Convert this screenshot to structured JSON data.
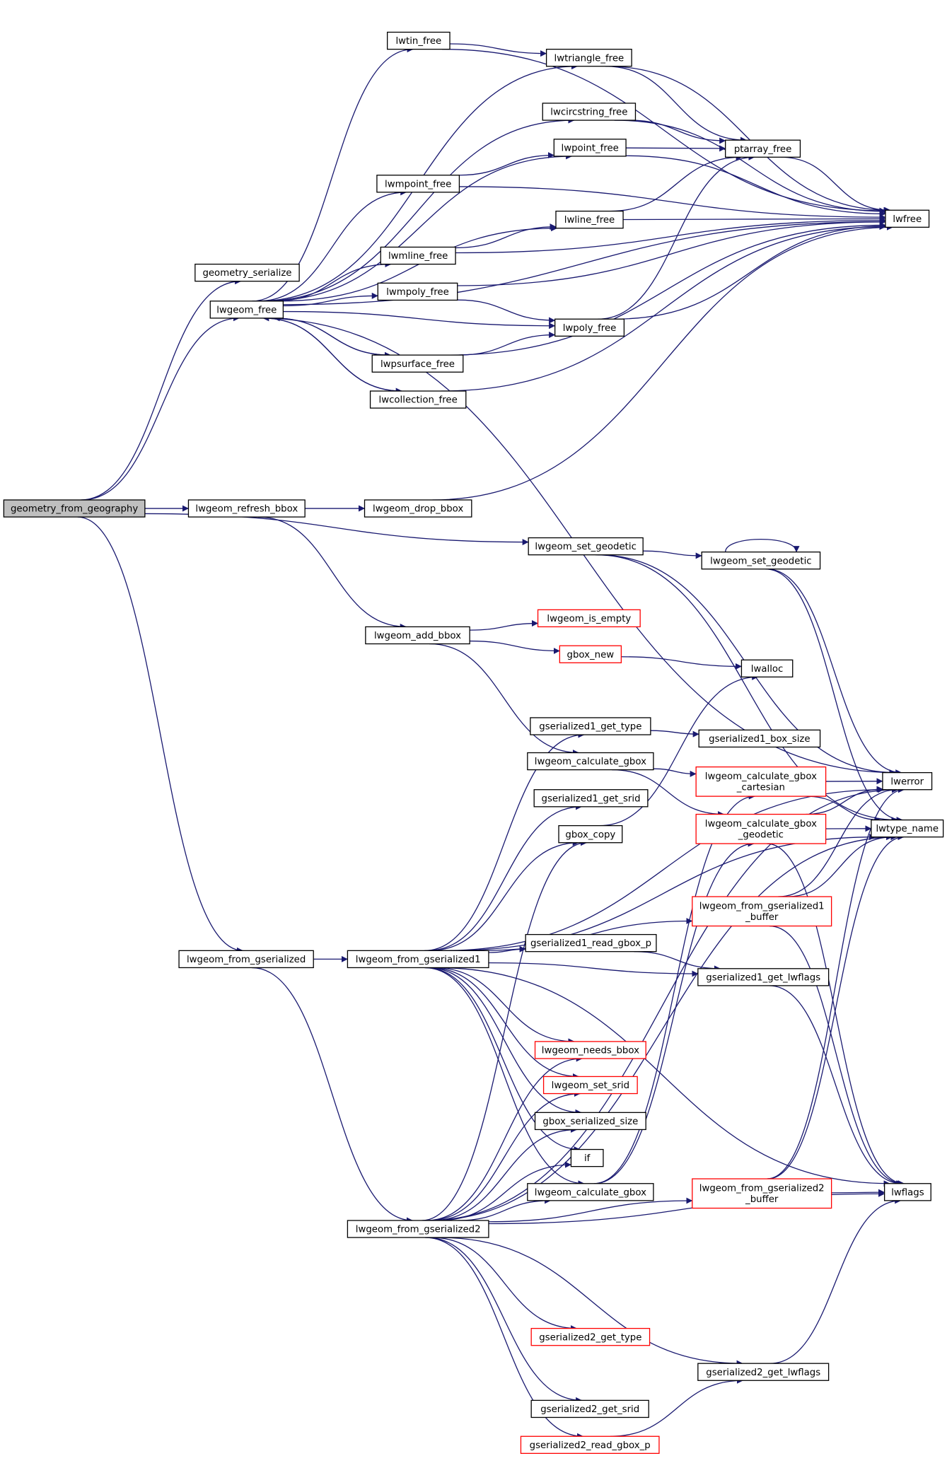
{
  "colors": {
    "edge": "#191970",
    "node_border": "#000000",
    "node_border_external": "#ff0000",
    "node_fill": "#ffffff",
    "root_fill": "#bfbfbf"
  },
  "nodes": {
    "root": {
      "lines": [
        "geometry_from_geography"
      ],
      "kind": "root"
    },
    "geometry_serialize": {
      "lines": [
        "geometry_serialize"
      ],
      "kind": "normal"
    },
    "lwgeom_free": {
      "lines": [
        "lwgeom_free"
      ],
      "kind": "normal"
    },
    "lwtin_free": {
      "lines": [
        "lwtin_free"
      ],
      "kind": "normal"
    },
    "lwtriangle_free": {
      "lines": [
        "lwtriangle_free"
      ],
      "kind": "normal"
    },
    "lwcircstring_free": {
      "lines": [
        "lwcircstring_free"
      ],
      "kind": "normal"
    },
    "lwpoint_free": {
      "lines": [
        "lwpoint_free"
      ],
      "kind": "normal"
    },
    "ptarray_free": {
      "lines": [
        "ptarray_free"
      ],
      "kind": "normal"
    },
    "lwmpoint_free": {
      "lines": [
        "lwmpoint_free"
      ],
      "kind": "normal"
    },
    "lwline_free": {
      "lines": [
        "lwline_free"
      ],
      "kind": "normal"
    },
    "lwfree": {
      "lines": [
        "lwfree"
      ],
      "kind": "normal"
    },
    "lwmline_free": {
      "lines": [
        "lwmline_free"
      ],
      "kind": "normal"
    },
    "lwmpoly_free": {
      "lines": [
        "lwmpoly_free"
      ],
      "kind": "normal"
    },
    "lwpoly_free": {
      "lines": [
        "lwpoly_free"
      ],
      "kind": "normal"
    },
    "lwpsurface_free": {
      "lines": [
        "lwpsurface_free"
      ],
      "kind": "normal"
    },
    "lwcollection_free": {
      "lines": [
        "lwcollection_free"
      ],
      "kind": "normal"
    },
    "lwgeom_refresh_bbox": {
      "lines": [
        "lwgeom_refresh_bbox"
      ],
      "kind": "normal"
    },
    "lwgeom_drop_bbox": {
      "lines": [
        "lwgeom_drop_bbox"
      ],
      "kind": "normal"
    },
    "lwgeom_set_geodetic_a": {
      "lines": [
        "lwgeom_set_geodetic"
      ],
      "kind": "normal"
    },
    "lwgeom_set_geodetic_b": {
      "lines": [
        "lwgeom_set_geodetic"
      ],
      "kind": "normal"
    },
    "lwgeom_add_bbox": {
      "lines": [
        "lwgeom_add_bbox"
      ],
      "kind": "normal"
    },
    "lwgeom_is_empty": {
      "lines": [
        "lwgeom_is_empty"
      ],
      "kind": "external"
    },
    "gbox_new": {
      "lines": [
        "gbox_new"
      ],
      "kind": "external"
    },
    "lwalloc": {
      "lines": [
        "lwalloc"
      ],
      "kind": "normal"
    },
    "gserialized1_get_type": {
      "lines": [
        "gserialized1_get_type"
      ],
      "kind": "normal"
    },
    "gserialized1_box_size": {
      "lines": [
        "gserialized1_box_size"
      ],
      "kind": "normal"
    },
    "lwgeom_calculate_gbox_a": {
      "lines": [
        "lwgeom_calculate_gbox"
      ],
      "kind": "normal"
    },
    "lwgeom_calculate_gbox_cartesian": {
      "lines": [
        "lwgeom_calculate_gbox",
        "_cartesian"
      ],
      "kind": "external"
    },
    "lwerror": {
      "lines": [
        "lwerror"
      ],
      "kind": "normal"
    },
    "gserialized1_get_srid": {
      "lines": [
        "gserialized1_get_srid"
      ],
      "kind": "normal"
    },
    "lwgeom_calculate_gbox_geodetic": {
      "lines": [
        "lwgeom_calculate_gbox",
        "_geodetic"
      ],
      "kind": "external"
    },
    "gbox_copy": {
      "lines": [
        "gbox_copy"
      ],
      "kind": "normal"
    },
    "lwtype_name": {
      "lines": [
        "lwtype_name"
      ],
      "kind": "normal"
    },
    "lwgeom_from_gserialized1_buffer": {
      "lines": [
        "lwgeom_from_gserialized1",
        "_buffer"
      ],
      "kind": "external"
    },
    "lwgeom_from_gserialized": {
      "lines": [
        "lwgeom_from_gserialized"
      ],
      "kind": "normal"
    },
    "lwgeom_from_gserialized1": {
      "lines": [
        "lwgeom_from_gserialized1"
      ],
      "kind": "normal"
    },
    "gserialized1_read_gbox_p": {
      "lines": [
        "gserialized1_read_gbox_p"
      ],
      "kind": "normal"
    },
    "gserialized1_get_lwflags": {
      "lines": [
        "gserialized1_get_lwflags"
      ],
      "kind": "normal"
    },
    "lwgeom_needs_bbox": {
      "lines": [
        "lwgeom_needs_bbox"
      ],
      "kind": "external"
    },
    "lwgeom_set_srid": {
      "lines": [
        "lwgeom_set_srid"
      ],
      "kind": "external"
    },
    "gbox_serialized_size": {
      "lines": [
        "gbox_serialized_size"
      ],
      "kind": "normal"
    },
    "if": {
      "lines": [
        "if"
      ],
      "kind": "normal"
    },
    "lwgeom_calculate_gbox_b": {
      "lines": [
        "lwgeom_calculate_gbox"
      ],
      "kind": "normal"
    },
    "lwgeom_from_gserialized2_buffer": {
      "lines": [
        "lwgeom_from_gserialized2",
        "_buffer"
      ],
      "kind": "external"
    },
    "lwflags": {
      "lines": [
        "lwflags"
      ],
      "kind": "normal"
    },
    "lwgeom_from_gserialized2": {
      "lines": [
        "lwgeom_from_gserialized2"
      ],
      "kind": "normal"
    },
    "gserialized2_get_type": {
      "lines": [
        "gserialized2_get_type"
      ],
      "kind": "external"
    },
    "gserialized2_get_lwflags": {
      "lines": [
        "gserialized2_get_lwflags"
      ],
      "kind": "normal"
    },
    "gserialized2_get_srid": {
      "lines": [
        "gserialized2_get_srid"
      ],
      "kind": "normal"
    },
    "gserialized2_read_gbox_p": {
      "lines": [
        "gserialized2_read_gbox_p"
      ],
      "kind": "external"
    }
  },
  "edges": [
    [
      "root",
      "geometry_serialize"
    ],
    [
      "root",
      "lwgeom_free"
    ],
    [
      "root",
      "lwgeom_refresh_bbox"
    ],
    [
      "root",
      "lwgeom_set_geodetic_a"
    ],
    [
      "root",
      "lwgeom_from_gserialized"
    ],
    [
      "lwgeom_free",
      "lwtin_free"
    ],
    [
      "lwgeom_free",
      "lwtriangle_free"
    ],
    [
      "lwgeom_free",
      "lwcircstring_free"
    ],
    [
      "lwgeom_free",
      "lwpoint_free"
    ],
    [
      "lwgeom_free",
      "lwmpoint_free"
    ],
    [
      "lwgeom_free",
      "lwline_free"
    ],
    [
      "lwgeom_free",
      "lwmline_free"
    ],
    [
      "lwgeom_free",
      "lwmpoly_free"
    ],
    [
      "lwgeom_free",
      "lwpoly_free"
    ],
    [
      "lwgeom_free",
      "lwpsurface_free"
    ],
    [
      "lwgeom_free",
      "lwcollection_free"
    ],
    [
      "lwgeom_free",
      "lwfree"
    ],
    [
      "lwgeom_free",
      "lwerror"
    ],
    [
      "lwtin_free",
      "lwtriangle_free"
    ],
    [
      "lwtin_free",
      "lwfree"
    ],
    [
      "lwtriangle_free",
      "ptarray_free"
    ],
    [
      "lwtriangle_free",
      "lwfree"
    ],
    [
      "lwcircstring_free",
      "ptarray_free"
    ],
    [
      "lwcircstring_free",
      "lwfree"
    ],
    [
      "lwpoint_free",
      "ptarray_free"
    ],
    [
      "lwpoint_free",
      "lwfree"
    ],
    [
      "ptarray_free",
      "lwfree"
    ],
    [
      "lwmpoint_free",
      "lwpoint_free"
    ],
    [
      "lwmpoint_free",
      "lwfree"
    ],
    [
      "lwline_free",
      "ptarray_free"
    ],
    [
      "lwline_free",
      "lwfree"
    ],
    [
      "lwmline_free",
      "lwline_free"
    ],
    [
      "lwmline_free",
      "lwfree"
    ],
    [
      "lwmpoly_free",
      "lwpoly_free"
    ],
    [
      "lwmpoly_free",
      "lwfree"
    ],
    [
      "lwpoly_free",
      "ptarray_free"
    ],
    [
      "lwpoly_free",
      "lwfree"
    ],
    [
      "lwpsurface_free",
      "lwpoly_free"
    ],
    [
      "lwpsurface_free",
      "lwfree"
    ],
    [
      "lwpsurface_free",
      "lwgeom_free"
    ],
    [
      "lwcollection_free",
      "lwfree"
    ],
    [
      "lwcollection_free",
      "lwgeom_free"
    ],
    [
      "lwgeom_refresh_bbox",
      "lwgeom_drop_bbox"
    ],
    [
      "lwgeom_refresh_bbox",
      "lwgeom_add_bbox"
    ],
    [
      "lwgeom_drop_bbox",
      "lwfree"
    ],
    [
      "lwgeom_set_geodetic_a",
      "lwgeom_set_geodetic_b"
    ],
    [
      "lwgeom_set_geodetic_a",
      "lwerror"
    ],
    [
      "lwgeom_set_geodetic_a",
      "lwtype_name"
    ],
    [
      "lwgeom_set_geodetic_b",
      "lwgeom_set_geodetic_b"
    ],
    [
      "lwgeom_set_geodetic_b",
      "lwerror"
    ],
    [
      "lwgeom_set_geodetic_b",
      "lwtype_name"
    ],
    [
      "lwgeom_add_bbox",
      "lwgeom_is_empty"
    ],
    [
      "lwgeom_add_bbox",
      "gbox_new"
    ],
    [
      "lwgeom_add_bbox",
      "lwgeom_calculate_gbox_a"
    ],
    [
      "gbox_new",
      "lwalloc"
    ],
    [
      "gserialized1_get_type",
      "gserialized1_box_size"
    ],
    [
      "lwgeom_calculate_gbox_a",
      "lwgeom_calculate_gbox_cartesian"
    ],
    [
      "lwgeom_calculate_gbox_a",
      "lwgeom_calculate_gbox_geodetic"
    ],
    [
      "lwgeom_calculate_gbox_cartesian",
      "lwerror"
    ],
    [
      "lwgeom_calculate_gbox_cartesian",
      "lwtype_name"
    ],
    [
      "lwgeom_calculate_gbox_geodetic",
      "lwerror"
    ],
    [
      "lwgeom_calculate_gbox_geodetic",
      "lwtype_name"
    ],
    [
      "lwgeom_calculate_gbox_geodetic",
      "lwflags"
    ],
    [
      "gbox_copy",
      "lwalloc"
    ],
    [
      "lwgeom_from_gserialized1_buffer",
      "lwerror"
    ],
    [
      "lwgeom_from_gserialized1_buffer",
      "lwtype_name"
    ],
    [
      "lwgeom_from_gserialized1_buffer",
      "lwflags"
    ],
    [
      "lwgeom_from_gserialized",
      "lwgeom_from_gserialized1"
    ],
    [
      "lwgeom_from_gserialized",
      "lwgeom_from_gserialized2"
    ],
    [
      "lwgeom_from_gserialized1",
      "gserialized1_get_type"
    ],
    [
      "lwgeom_from_gserialized1",
      "lwerror"
    ],
    [
      "lwgeom_from_gserialized1",
      "gserialized1_get_srid"
    ],
    [
      "lwgeom_from_gserialized1",
      "gbox_copy"
    ],
    [
      "lwgeom_from_gserialized1",
      "lwtype_name"
    ],
    [
      "lwgeom_from_gserialized1",
      "lwgeom_from_gserialized1_buffer"
    ],
    [
      "lwgeom_from_gserialized1",
      "gserialized1_read_gbox_p"
    ],
    [
      "lwgeom_from_gserialized1",
      "gserialized1_get_lwflags"
    ],
    [
      "lwgeom_from_gserialized1",
      "lwflags"
    ],
    [
      "lwgeom_from_gserialized1",
      "lwgeom_needs_bbox"
    ],
    [
      "lwgeom_from_gserialized1",
      "lwgeom_set_srid"
    ],
    [
      "lwgeom_from_gserialized1",
      "gbox_serialized_size"
    ],
    [
      "lwgeom_from_gserialized1",
      "if"
    ],
    [
      "lwgeom_from_gserialized1",
      "lwgeom_calculate_gbox_b"
    ],
    [
      "gserialized1_read_gbox_p",
      "gserialized1_get_lwflags"
    ],
    [
      "gserialized1_get_lwflags",
      "lwflags"
    ],
    [
      "lwgeom_calculate_gbox_b",
      "lwgeom_calculate_gbox_cartesian"
    ],
    [
      "lwgeom_calculate_gbox_b",
      "lwgeom_calculate_gbox_geodetic"
    ],
    [
      "lwgeom_from_gserialized2_buffer",
      "lwflags"
    ],
    [
      "lwgeom_from_gserialized2_buffer",
      "lwerror"
    ],
    [
      "lwgeom_from_gserialized2_buffer",
      "lwtype_name"
    ],
    [
      "lwgeom_from_gserialized2",
      "gbox_copy"
    ],
    [
      "lwgeom_from_gserialized2",
      "lwgeom_needs_bbox"
    ],
    [
      "lwgeom_from_gserialized2",
      "lwgeom_set_srid"
    ],
    [
      "lwgeom_from_gserialized2",
      "gbox_serialized_size"
    ],
    [
      "lwgeom_from_gserialized2",
      "if"
    ],
    [
      "lwgeom_from_gserialized2",
      "lwgeom_calculate_gbox_b"
    ],
    [
      "lwgeom_from_gserialized2",
      "lwerror"
    ],
    [
      "lwgeom_from_gserialized2",
      "lwtype_name"
    ],
    [
      "lwgeom_from_gserialized2",
      "lwgeom_from_gserialized2_buffer"
    ],
    [
      "lwgeom_from_gserialized2",
      "gserialized2_get_type"
    ],
    [
      "lwgeom_from_gserialized2",
      "gserialized2_get_lwflags"
    ],
    [
      "lwgeom_from_gserialized2",
      "gserialized2_get_srid"
    ],
    [
      "lwgeom_from_gserialized2",
      "gserialized2_read_gbox_p"
    ],
    [
      "lwgeom_from_gserialized2",
      "lwflags"
    ],
    [
      "gserialized2_get_lwflags",
      "lwflags"
    ],
    [
      "gserialized2_read_gbox_p",
      "gserialized2_get_lwflags"
    ]
  ]
}
